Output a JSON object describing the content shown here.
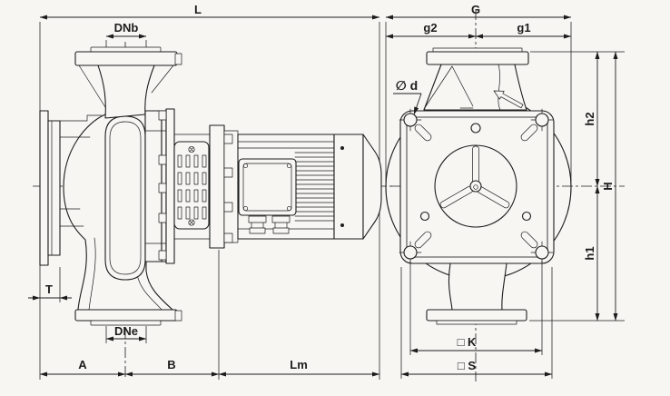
{
  "drawing": {
    "title": "pump-dimensional-drawing",
    "colors": {
      "background": "#f7f6f3",
      "line": "#1c1c1c",
      "plate_inner_border": "#8f8f8f"
    },
    "side_view": {
      "dim_L": "L",
      "dim_DNb": "DNb",
      "dim_DNe": "DNe",
      "dim_T": "T",
      "dim_A": "A",
      "dim_B": "B",
      "dim_Lm": "Lm"
    },
    "end_view": {
      "dim_G": "G",
      "dim_g2": "g2",
      "dim_g1": "g1",
      "dim_diameter": "∅ d",
      "dim_h2": "h2",
      "dim_H": "H",
      "dim_h1": "h1",
      "dim_K": "□ K",
      "dim_S": "□ S"
    }
  }
}
